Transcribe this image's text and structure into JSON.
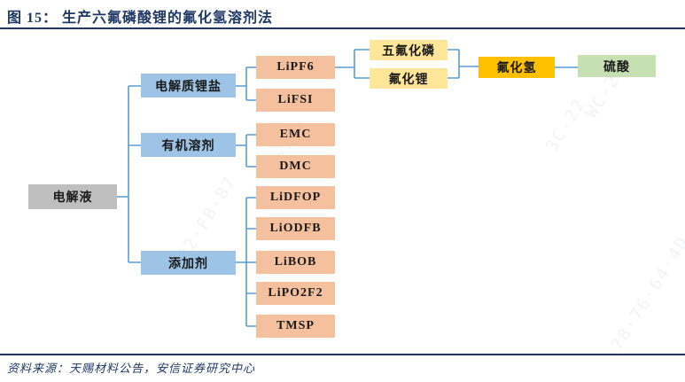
{
  "figure": {
    "title": "图 15： 生产六氟磷酸锂的氟化氢溶剂法",
    "source": "资料来源：天赐材料公告，安信证券研究中心"
  },
  "nodes": {
    "root": "电解液",
    "salts": "电解质锂盐",
    "solvents": "有机溶剂",
    "additives": "添加剂",
    "lipf6": "LiPF6",
    "lifsi": "LiFSI",
    "emc": "EMC",
    "dmc": "DMC",
    "lidfop": "LiDFOP",
    "liodfb": "LiODFB",
    "libob": "LiBOB",
    "lipo2f2": "LiPO2F2",
    "tmsp": "TMSP",
    "pf5": "五氟化磷",
    "lif": "氟化锂",
    "hf": "氟化氢",
    "h2so4": "硫酸"
  },
  "colors": {
    "accent_navy": "#1F3864",
    "connector_blue": "#5B9BD5",
    "box_gray": "#BFBFBF",
    "box_blue": "#9DC3E6",
    "box_salmon": "#F4C09E",
    "box_light_yellow": "#FFE699",
    "box_gold": "#FFC000",
    "box_green": "#C6E0B4"
  },
  "watermarks": {
    "w1": "02·FB·87",
    "w2": "78·87",
    "w3": "3C-22",
    "w4": "WC-22",
    "w5": "78·76·64·4D"
  }
}
